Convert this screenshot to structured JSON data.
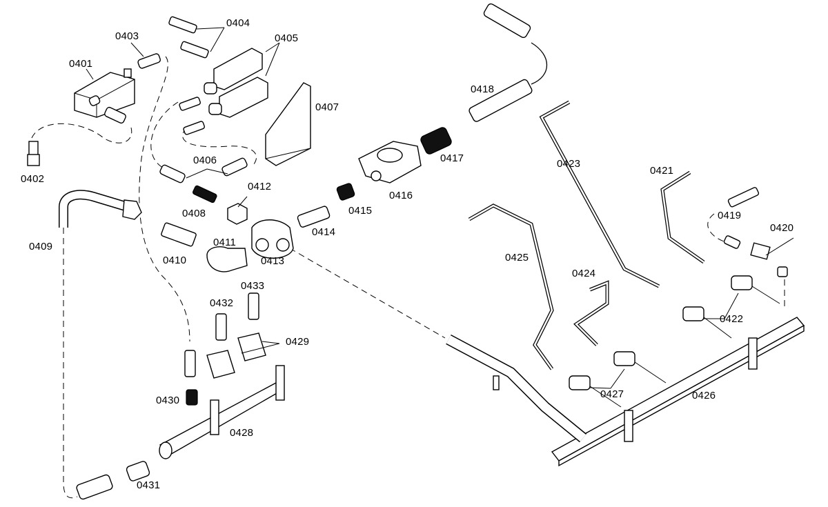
{
  "diagram": {
    "title": "Gas supply assembly – exploded view",
    "labels": [
      {
        "id": "0401",
        "text": "0401"
      },
      {
        "id": "0402",
        "text": "0402"
      },
      {
        "id": "0403",
        "text": "0403"
      },
      {
        "id": "0404",
        "text": "0404"
      },
      {
        "id": "0405",
        "text": "0405"
      },
      {
        "id": "0406",
        "text": "0406"
      },
      {
        "id": "0407",
        "text": "0407"
      },
      {
        "id": "0408",
        "text": "0408"
      },
      {
        "id": "0409",
        "text": "0409"
      },
      {
        "id": "0410",
        "text": "0410"
      },
      {
        "id": "0411",
        "text": "0411"
      },
      {
        "id": "0412",
        "text": "0412"
      },
      {
        "id": "0413",
        "text": "0413"
      },
      {
        "id": "0414",
        "text": "0414"
      },
      {
        "id": "0415",
        "text": "0415"
      },
      {
        "id": "0416",
        "text": "0416"
      },
      {
        "id": "0417",
        "text": "0417"
      },
      {
        "id": "0418",
        "text": "0418"
      },
      {
        "id": "0419",
        "text": "0419"
      },
      {
        "id": "0420",
        "text": "0420"
      },
      {
        "id": "0421",
        "text": "0421"
      },
      {
        "id": "0422",
        "text": "0422"
      },
      {
        "id": "0423",
        "text": "0423"
      },
      {
        "id": "0424",
        "text": "0424"
      },
      {
        "id": "0425",
        "text": "0425"
      },
      {
        "id": "0426",
        "text": "0426"
      },
      {
        "id": "0427",
        "text": "0427"
      },
      {
        "id": "0428",
        "text": "0428"
      },
      {
        "id": "0429",
        "text": "0429"
      },
      {
        "id": "0430",
        "text": "0430"
      },
      {
        "id": "0431",
        "text": "0431"
      },
      {
        "id": "0432",
        "text": "0432"
      },
      {
        "id": "0433",
        "text": "0433"
      }
    ]
  }
}
